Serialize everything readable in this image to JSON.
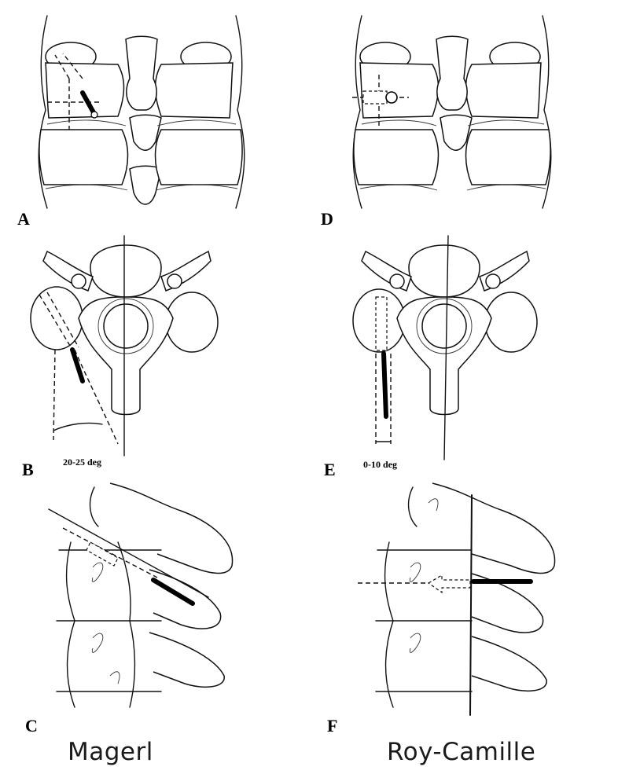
{
  "panels": {
    "a": "A",
    "b": "B",
    "c": "C",
    "d": "D",
    "e": "E",
    "f": "F"
  },
  "angles": {
    "magerl": "20-25 deg",
    "roy_camille": "0-10 deg"
  },
  "captions": {
    "left": "Magerl",
    "right": "Roy-Camille"
  }
}
